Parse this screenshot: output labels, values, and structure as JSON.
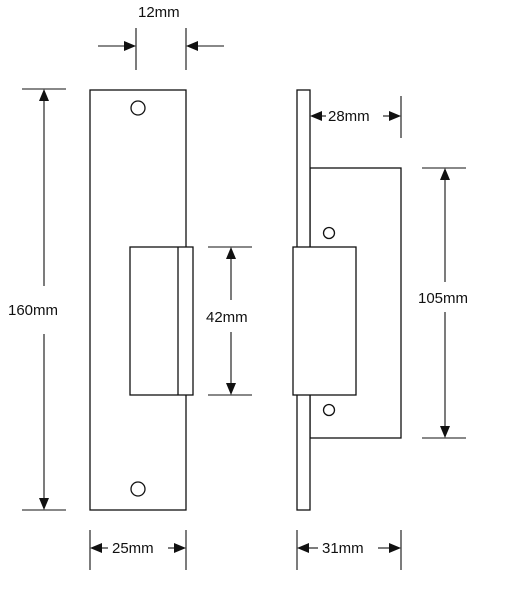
{
  "dimensions": {
    "top_width": "12mm",
    "overall_height": "160mm",
    "strike_height": "42mm",
    "face_width": "25mm",
    "side_depth_top": "28mm",
    "body_height": "105mm",
    "side_depth_bottom": "31mm"
  },
  "colors": {
    "line": "#111111",
    "background": "#ffffff"
  }
}
